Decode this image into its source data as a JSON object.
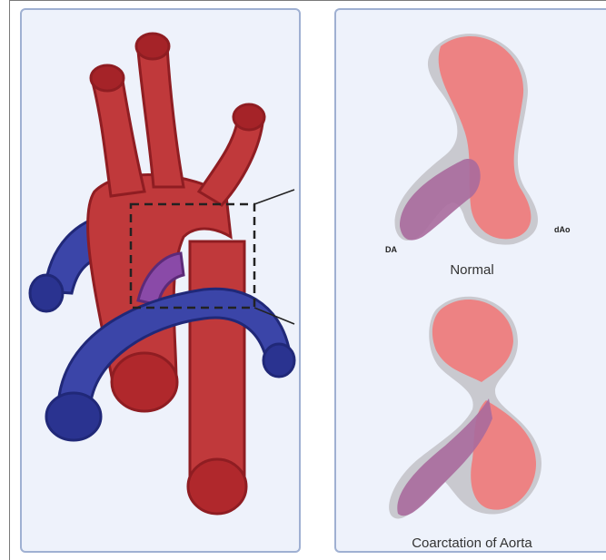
{
  "labels": {
    "da": "DA",
    "dao": "dAo",
    "normal": "Normal",
    "coarctation": "Coarctation of Aorta"
  },
  "colors": {
    "panel_bg": "#eef2fb",
    "panel_border": "#9fb0d2",
    "aorta": "#c0393b",
    "aorta_dark": "#8f1d22",
    "vein": "#3b45a8",
    "vein_dark": "#202878",
    "ductus": "#8a4aa8",
    "cell_red": "#f37676",
    "cell_purple": "#a86a9c",
    "cell_bg": "#c9c9cf"
  }
}
